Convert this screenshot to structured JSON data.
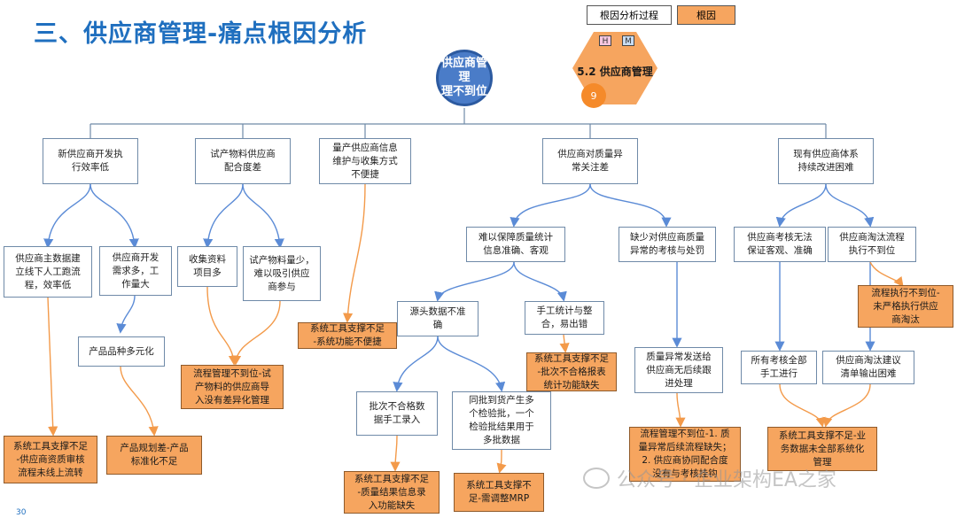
{
  "title": "三、供应商管理-痛点根因分析",
  "legend": {
    "process": "根因分析过程",
    "root": "根因"
  },
  "center": "供应商管理\n理不到位",
  "badge": {
    "label": "5.2 供应商管理",
    "tag_h": "H",
    "tag_m": "M",
    "count": "9"
  },
  "nodes": {
    "l1a": "新供应商开发执\n行效率低",
    "l1b": "试产物料供应商\n配合度差",
    "l1c": "量产供应商信息\n维护与收集方式\n不便捷",
    "l1d": "供应商对质量异\n常关注差",
    "l1e": "现有供应商体系\n持续改进困难",
    "a1": "供应商主数据建\n立线下人工跑流\n程，效率低",
    "a2": "供应商开发\n需求多，工\n作量大",
    "a3": "产品品种多元化",
    "b1": "收集资料\n项目多",
    "b2": "试产物料量少，\n难以吸引供应\n商参与",
    "d1": "难以保障质量统计\n信息准确、客观",
    "d2": "缺少对供应商质量\n异常的考核与处罚",
    "d3": "源头数据不准\n确",
    "d4": "手工统计与整\n合，易出错",
    "d5": "批次不合格数\n据手工录入",
    "d6": "同批到货产生多\n个检验批，一个\n检验批结果用于\n多批数据",
    "d7": "质量异常发送给\n供应商无后续跟\n进处理",
    "e1": "供应商考核无法\n保证客观、准确",
    "e2": "供应商淘汰流程\n执行不到位",
    "e3": "所有考核全部\n手工进行",
    "e4": "供应商淘汰建议\n清单输出困难"
  },
  "roots": {
    "ra1": "系统工具支撑不足\n-供应商资质审核\n流程未线上流转",
    "ra2": "产品规划差-产品\n标准化不足",
    "rb": "流程管理不到位-试\n产物料的供应商导\n入没有差异化管理",
    "rc": "系统工具支撑不足\n-系统功能不便捷",
    "rd1": "系统工具支撑不足\n-批次不合格报表\n统计功能缺失",
    "rd2": "系统工具支撑不足\n-质量结果信息录\n入功能缺失",
    "rd3": "系统工具支撑不\n足-需调整MRP",
    "rd4": "流程管理不到位-1. 质\n量异常后续流程缺失；\n2. 供应商协同配合度\n没有与考核挂钩",
    "re1": "流程执行不到位-\n未严格执行供应\n商淘汰",
    "re2": "系统工具支撑不足-业\n务数据未全部系统化\n管理"
  },
  "watermark": "公众号 · 企业架构EA之家",
  "page_number": "30",
  "colors": {
    "title": "#1f6fbf",
    "root_fill": "#f6a55f",
    "blue_line": "#5b8bd6",
    "orange_line": "#f39a4a"
  }
}
